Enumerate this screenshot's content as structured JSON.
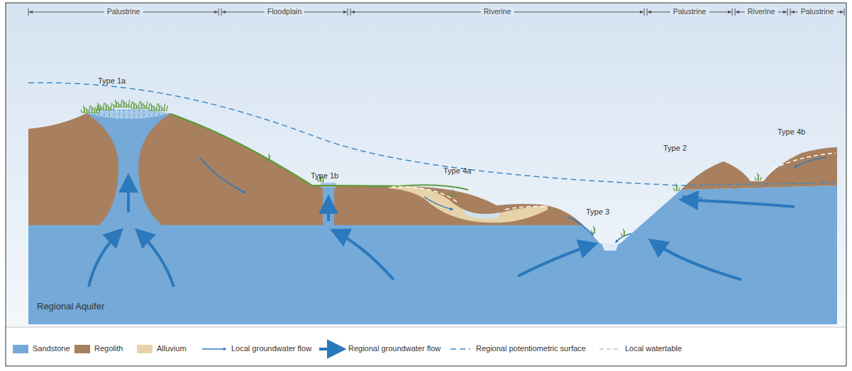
{
  "diagram": {
    "labels": [
      "Palustrine",
      "Floodplain",
      "Riverine",
      "Palustrine",
      "Riverine",
      "Palustrine",
      "Type 1a",
      "Type 1b",
      "Type 4a",
      "Type 2",
      "Type 3",
      "Type 4b",
      "Regional Aquifer"
    ],
    "legend": [
      {
        "text": "Sandstone",
        "color": "#74a9d8"
      },
      {
        "text": "Regolith",
        "color": "#a8805f"
      },
      {
        "text": "Alluvium",
        "color": "#e6d3a9"
      },
      {
        "text": "Local groundwater flow"
      },
      {
        "text": "Regional groundwater flow"
      },
      {
        "text": "Regional potentiometric surface"
      },
      {
        "text": "Local watertable"
      }
    ]
  }
}
